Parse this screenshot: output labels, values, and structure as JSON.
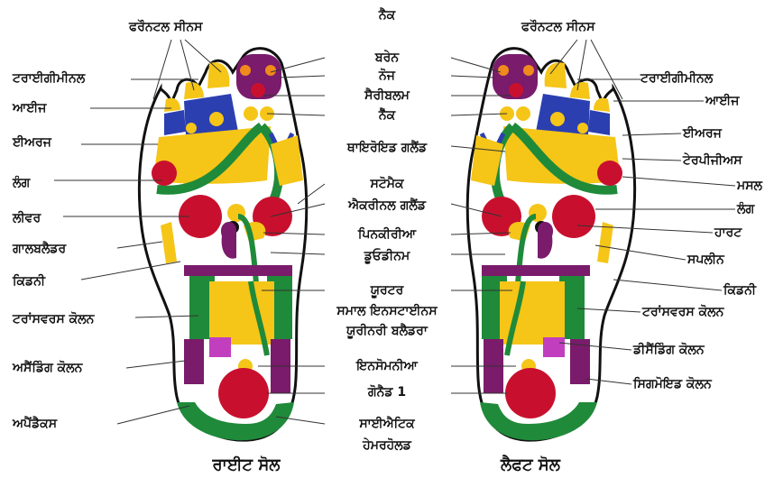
{
  "labels": {
    "center": {
      "nack": "ਨੈਕ",
      "brain": "ਬਰੇਨ",
      "nose": "ਨੋਜ",
      "cerebellum": "ਸੈਰੀਬਲਮ",
      "neck": "ਨੈੱਕ",
      "thyroid": "ਥਾਇਰੋਇਡ ਗਲੈਂਡ",
      "stomach": "ਸਟੋਮੈਕ",
      "adrenal": "ਐਕਰੀਨਲ ਗਲੈਂਡ",
      "pancreas": "ਪਿਨਕੀਰੀਆ",
      "duodenum": "ਡੂਓਡੀਨਮ",
      "ureter": "ਯੂਰਟਰ",
      "small_intestine": "ਸਮਾਲ ਇਨਸਟਾਈਨਸ",
      "urinary_bladder": "ਯੂਰੀਨਰੀ ਬਲੈਡਰਾ",
      "insomnia": "ਇਨਸੋਮਨੀਆ",
      "gonad": "ਗੋਨੈਡ 1",
      "sciatic": "ਸਾਈਐਟਿਕ",
      "hemorrhoid": "ਹੇਮਰਹੋਲਡ"
    },
    "left": {
      "frontal_sinus": "ਫਰੌਨਟਲ ਸੀਨਸ",
      "trigeminal": "ਟਰਾਈਗੀਮੀਨਲ",
      "eyes": "ਆਈਜ",
      "ears": "ਈਅਰਜ",
      "lung": "ਲੰਗ",
      "liver": "ਲੀਵਰ",
      "gallbladder": "ਗਾਲਬਲੈਡਰ",
      "kidney": "ਕਿਡਨੀ",
      "transverse_colon": "ਟਰਾਂਸਵਰਸ ਕੋਲਨ",
      "ascending_colon": "ਅਸੈਂਡਿੰਗ ਕੋਲਨ",
      "appendix": "ਅਪੈਂਡੈਕਸ"
    },
    "right": {
      "frontal_sinus": "ਫਰੌਨਟਲ ਸੀਨਸ",
      "trigeminal": "ਟਰਾਈਗੀਮੀਨਲ",
      "eyes": "ਆਈਜ",
      "ears": "ਈਅਰਜ",
      "trapezius": "ਟੇਰਪੀਜੀਅਸ",
      "muscle": "ਮਸਲ",
      "lung": "ਲੰਗ",
      "heart": "ਹਾਰਟ",
      "spleen": "ਸਪਲੀਨ",
      "kidney": "ਕਿਡਨੀ",
      "transverse_colon": "ਟਰਾਂਸਵਰਸ ਕੋਲਨ",
      "descending_colon": "ਡੀਸੈਂਡਿੰਗ ਕੋਲਨ",
      "sigmoid_colon": "ਸਿਗਮੋਇਡ  ਕੋਲਨ"
    }
  },
  "captions": {
    "right_sole": "ਰਾਈਟ ਸੋਲ",
    "left_sole": "ਲੈਫਟ ਸੋਲ"
  },
  "colors": {
    "yellow": "#f5c518",
    "blue": "#2b3fb0",
    "red": "#c8102e",
    "green": "#1f8a3a",
    "purple": "#7a1b6b",
    "orange": "#f08a1c",
    "magenta": "#c13fbf",
    "outline": "#111111"
  }
}
